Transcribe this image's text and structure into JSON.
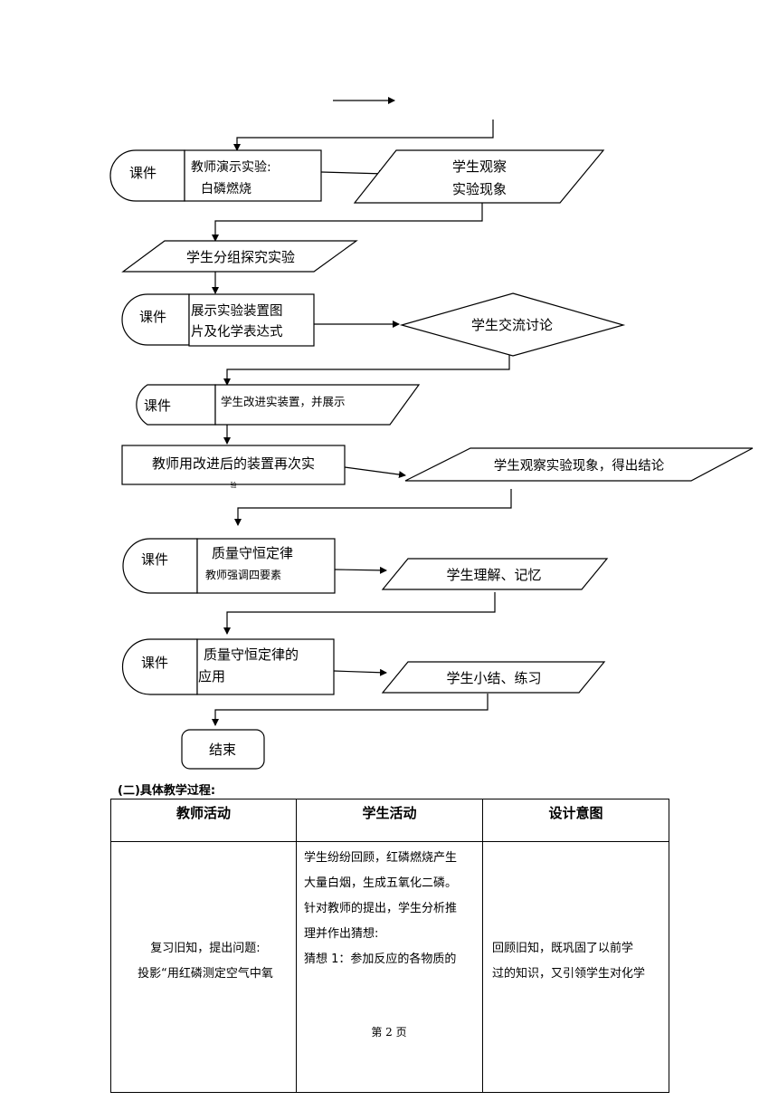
{
  "flowchart": {
    "courseware": "课件",
    "teacher_demo_lines": [
      "教师演示实验:",
      "白磷燃烧"
    ],
    "observe_lines": [
      "学生观察",
      "实验现象"
    ],
    "group_explore": "学生分组探究实验",
    "show_device_lines": [
      "展示实验装置图",
      "片及化学表达式"
    ],
    "exchange": "学生交流讨论",
    "improve": "学生改进实装置，并展示",
    "teacher_redo_lines": [
      "教师用改进后的装置再次实",
      "验"
    ],
    "observe_conclude": "学生观察实验现象，得出结论",
    "law_lines": [
      "质量守恒定律",
      "教师强调四要素"
    ],
    "understand": "学生理解、记忆",
    "application_lines": [
      "质量守恒定律的",
      "应用"
    ],
    "summary": "学生小结、练习",
    "end": "结束"
  },
  "section_heading": "(二)具体教学过程:",
  "table": {
    "headers": [
      "教师活动",
      "学生活动",
      "设计意图"
    ],
    "teacher_lines": [
      "复习旧知，提出问题:",
      "投影“用红磷测定空气中氧"
    ],
    "student_lines": [
      "学生纷纷回顾，红磷燃烧产生",
      "大量白烟，生成五氧化二磷。",
      "针对教师的提出，学生分析推",
      "理并作出猜想:",
      "猜想 1：参加反应的各物质的"
    ],
    "design_lines": [
      "回顾旧知，既巩固了以前学",
      "过的知识，又引领学生对化学"
    ]
  },
  "page_number": "第 2 页"
}
